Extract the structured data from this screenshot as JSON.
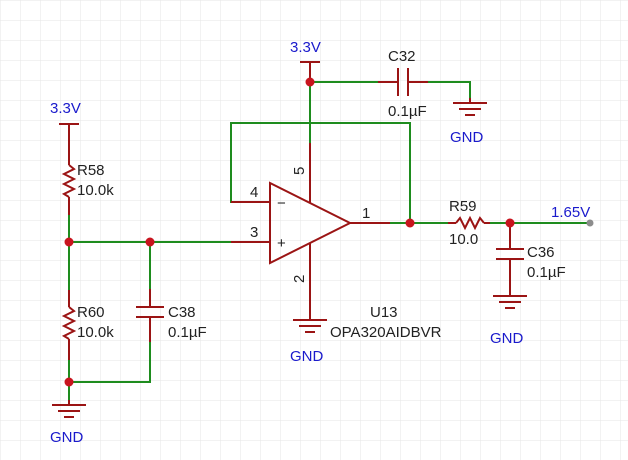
{
  "colors": {
    "wire": "#1e8c1e",
    "component": "#9b1414",
    "junction": "#c8141e",
    "net_label": "#1a1acc",
    "pin_number": "#222222",
    "grid": "#e6e6e6",
    "background": "#ffffff"
  },
  "power": {
    "vcc_left": "3.3V",
    "vcc_top": "3.3V"
  },
  "grounds": {
    "left": "GND",
    "opamp": "GND",
    "c32": "GND",
    "c36": "GND"
  },
  "components": {
    "r58": {
      "ref": "R58",
      "value": "10.0k"
    },
    "r60": {
      "ref": "R60",
      "value": "10.0k"
    },
    "c38": {
      "ref": "C38",
      "value": "0.1µF"
    },
    "c32": {
      "ref": "C32",
      "value": "0.1µF"
    },
    "r59": {
      "ref": "R59",
      "value": "10.0"
    },
    "c36": {
      "ref": "C36",
      "value": "0.1µF"
    },
    "u13": {
      "ref": "U13",
      "part": "OPA320AIDBVR"
    }
  },
  "opamp_pins": {
    "inverting": "4",
    "non_inverting": "3",
    "output": "1",
    "vplus": "5",
    "vminus": "2",
    "minus_sign": "−",
    "plus_sign": "+"
  },
  "output_net": "1.65V"
}
